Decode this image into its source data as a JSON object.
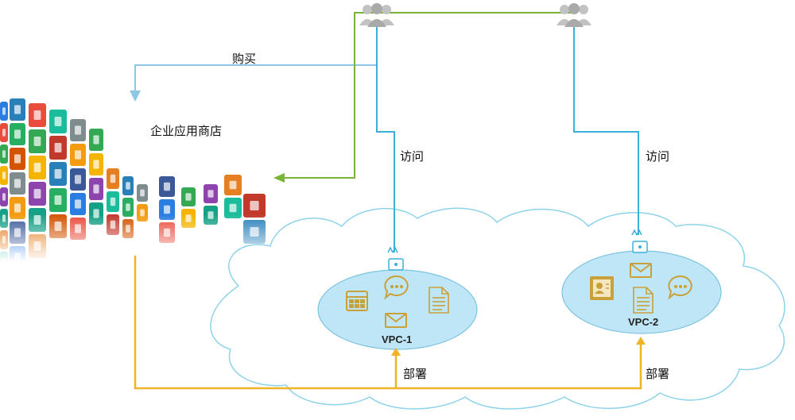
{
  "labels": {
    "store": "企业应用商店",
    "buy": "购买",
    "visit_1": "访问",
    "visit_2": "访问",
    "deploy_1": "部署",
    "deploy_2": "部署"
  },
  "vpcs": [
    {
      "name": "VPC-1"
    },
    {
      "name": "VPC-2"
    }
  ],
  "colors": {
    "visit_line": "#3ab0d8",
    "buy_line": "#8cc8e4",
    "green_line": "#78b43a",
    "deploy_line": "#f0b323",
    "cloud_stroke": "#8fd3ea",
    "vpc_fill": "#bfe6f6",
    "icon_gold": "#c9a13a",
    "user_gray": "#b8b8b8"
  },
  "icons": {
    "users": [
      "users-group-icon",
      "users-group-icon"
    ],
    "vpc1": [
      "calendar-icon",
      "chat-bubble-icon",
      "document-icon",
      "mail-icon",
      "lock-icon"
    ],
    "vpc2": [
      "contact-card-icon",
      "mail-icon",
      "document-icon",
      "chat-bubble-icon",
      "lock-icon"
    ]
  }
}
